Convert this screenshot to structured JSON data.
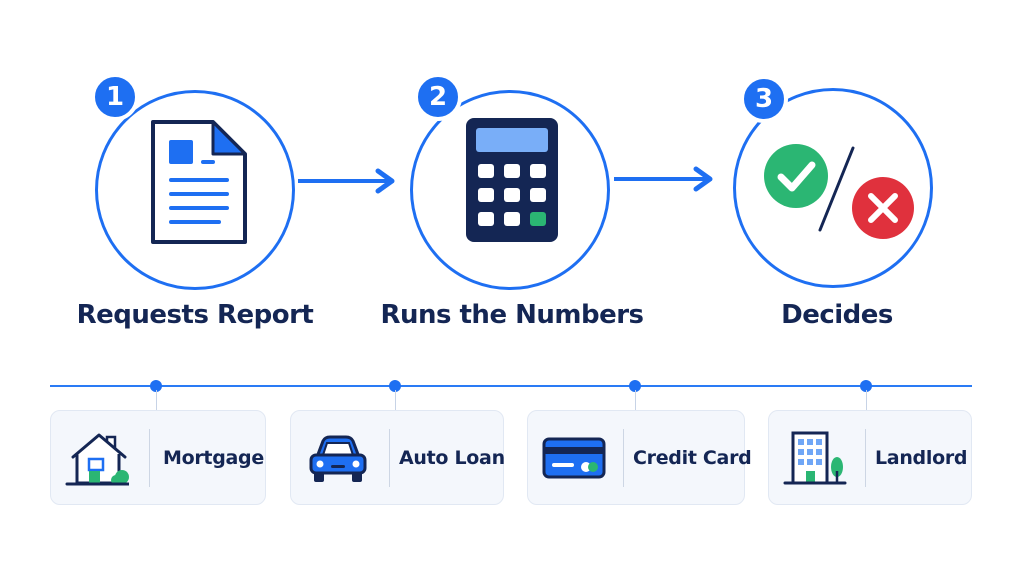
{
  "steps": [
    {
      "number": "1",
      "label": "Requests Report",
      "icon": "document-icon"
    },
    {
      "number": "2",
      "label": "Runs the Numbers",
      "icon": "calculator-icon"
    },
    {
      "number": "3",
      "label": "Decides",
      "icon": "approve-deny-icon"
    }
  ],
  "lenders": [
    {
      "label": "Mortgage",
      "icon": "house-icon"
    },
    {
      "label": "Auto Loan",
      "icon": "car-icon"
    },
    {
      "label": "Credit Card",
      "icon": "credit-card-icon"
    },
    {
      "label": "Landlord",
      "icon": "apartment-building-icon"
    }
  ],
  "colors": {
    "primary": "#1e6ff2",
    "navy": "#142654",
    "approve": "#2bb673",
    "deny": "#e0313d",
    "card_bg": "#f4f7fc"
  }
}
